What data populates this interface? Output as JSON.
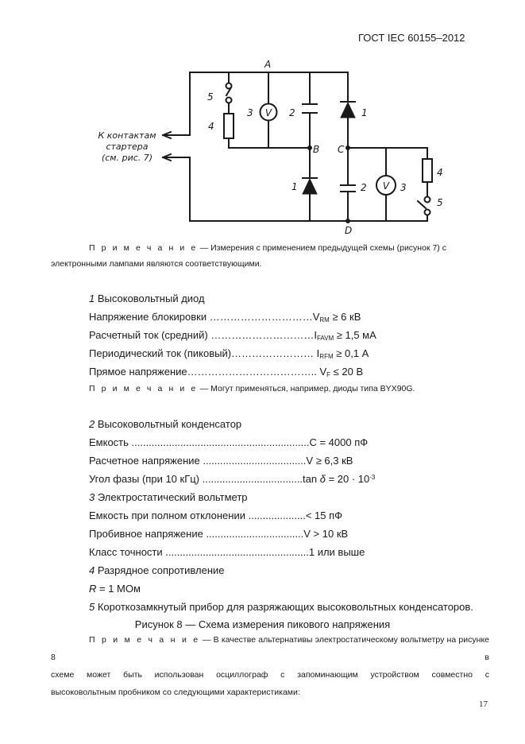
{
  "header": {
    "standard": "ГОСТ IEC 60155–2012"
  },
  "diagram": {
    "terminal_label": [
      "К контактам",
      "стартера",
      "(см. рис. 7)"
    ],
    "nodes": {
      "A": "A",
      "B": "B",
      "C": "C",
      "D": "D"
    },
    "left_numbers": {
      "switch": "5",
      "voltmeter": "3",
      "capacitor": "2",
      "resistor": "4",
      "diode": "1"
    },
    "right_numbers": {
      "diode": "1",
      "capacitor": "2",
      "voltmeter": "3",
      "resistor": "4",
      "switch": "5"
    },
    "voltmeter_symbol": "V"
  },
  "note1": {
    "label": "П р и м е ч а н и е",
    "line1": " — Измерения с применением предыдущей схемы (рисунок 7) с",
    "line2": "электронными лампами являются соответствующими."
  },
  "item1": {
    "num": "1",
    "title": " Высоковольтный диод",
    "rows": [
      {
        "label": "Напряжение блокировки …………………………",
        "sym": "V",
        "sub": "RM",
        "rest": " ≥ 6 кВ"
      },
      {
        "label": "Расчетный ток (средний) …………………………",
        "sym": "I",
        "sub": "FAVM",
        "rest": " ≥ 1,5 мА"
      },
      {
        "label": "Периодический ток (пиковый)…………………… ",
        "sym": "I",
        "sub": "RFM",
        "rest": " ≥ 0,1 А"
      },
      {
        "label": "Прямое напряжение……………………………….. ",
        "sym": "V",
        "sub": "F",
        "rest": " ≤ 20 В"
      }
    ],
    "note_label": "П р и м е ч а н и е",
    "note_text": " — Могут применяться, например, диоды типа BYX90G."
  },
  "item2": {
    "num": "2",
    "title": " Высоковольтный конденсатор",
    "row1": {
      "label": "Емкость  ..............................................................",
      "value": "C = 4000 пФ"
    },
    "row2": {
      "label": "Расчетное напряжение  ....................................",
      "value": "V ≥ 6,3 кВ"
    },
    "row3": {
      "label": "Угол фазы (при 10 кГц)  ...................................",
      "pre": "tan ",
      "delta": "δ",
      "post": " = 20 · 10",
      "exp": "-3"
    }
  },
  "item3": {
    "num": "3",
    "title": " Электростатический вольтметр",
    "rows": [
      {
        "label": "Емкость при полном отклонении ....................",
        "value": "< 15 пФ"
      },
      {
        "label": "Пробивное напряжение  ..................................",
        "value": "V > 10 кВ"
      },
      {
        "label": "Класс точности  ..................................................",
        "value": "1 или выше"
      }
    ]
  },
  "item4": {
    "num": "4",
    "title": " Разрядное сопротивление",
    "value_sym": "R",
    "value_rest": " = 1 МОм"
  },
  "item5": {
    "num": "5",
    "title": " Короткозамкнутый прибор для разряжающих высоковольтных конденсаторов."
  },
  "figure_caption": "Рисунок 8 — Схема измерения пикового напряжения",
  "note2": {
    "label": "П р и м е ч а н и е",
    "line1": " — В качестве альтернативы электростатическому вольтметру на рисунке 8 в",
    "line2": "схеме может быть использован осциллограф с запоминающим устройством совместно с",
    "line3": "высоковольтным пробником со следующими характеристиками:"
  },
  "page_number": "17"
}
